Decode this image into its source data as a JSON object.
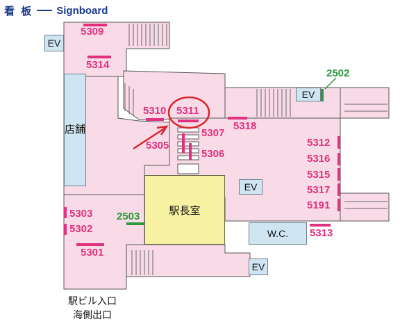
{
  "legend": {
    "kanji": "看 板",
    "english": "Signboard"
  },
  "signboards": [
    {
      "id": "5309",
      "color": "magenta"
    },
    {
      "id": "5314",
      "color": "magenta"
    },
    {
      "id": "5310",
      "color": "magenta"
    },
    {
      "id": "5311",
      "color": "magenta",
      "highlighted": true
    },
    {
      "id": "5307",
      "color": "magenta"
    },
    {
      "id": "5305",
      "color": "magenta"
    },
    {
      "id": "5306",
      "color": "magenta"
    },
    {
      "id": "5318",
      "color": "magenta"
    },
    {
      "id": "2502",
      "color": "green"
    },
    {
      "id": "5312",
      "color": "magenta"
    },
    {
      "id": "5316",
      "color": "magenta"
    },
    {
      "id": "5315",
      "color": "magenta"
    },
    {
      "id": "5317",
      "color": "magenta"
    },
    {
      "id": "5191",
      "color": "magenta"
    },
    {
      "id": "5313",
      "color": "magenta"
    },
    {
      "id": "5303",
      "color": "magenta"
    },
    {
      "id": "5302",
      "color": "magenta"
    },
    {
      "id": "5301",
      "color": "magenta"
    },
    {
      "id": "2503",
      "color": "green"
    }
  ],
  "rooms": {
    "store": "店舗",
    "station_office": "駅長室",
    "restroom": "W.C.",
    "elevator": "EV"
  },
  "exit": {
    "line1": "駅ビル入口",
    "line2": "海側出口"
  },
  "colors": {
    "floor": "#f9dbe8",
    "outline": "#555555",
    "sign_magenta": "#e0327e",
    "sign_green": "#2a9a3c",
    "highlight_red": "#d9242a",
    "facility_blue": "#cfe6f2",
    "office_yellow": "#f7f1a2",
    "legend_navy": "#1a3a8c"
  }
}
